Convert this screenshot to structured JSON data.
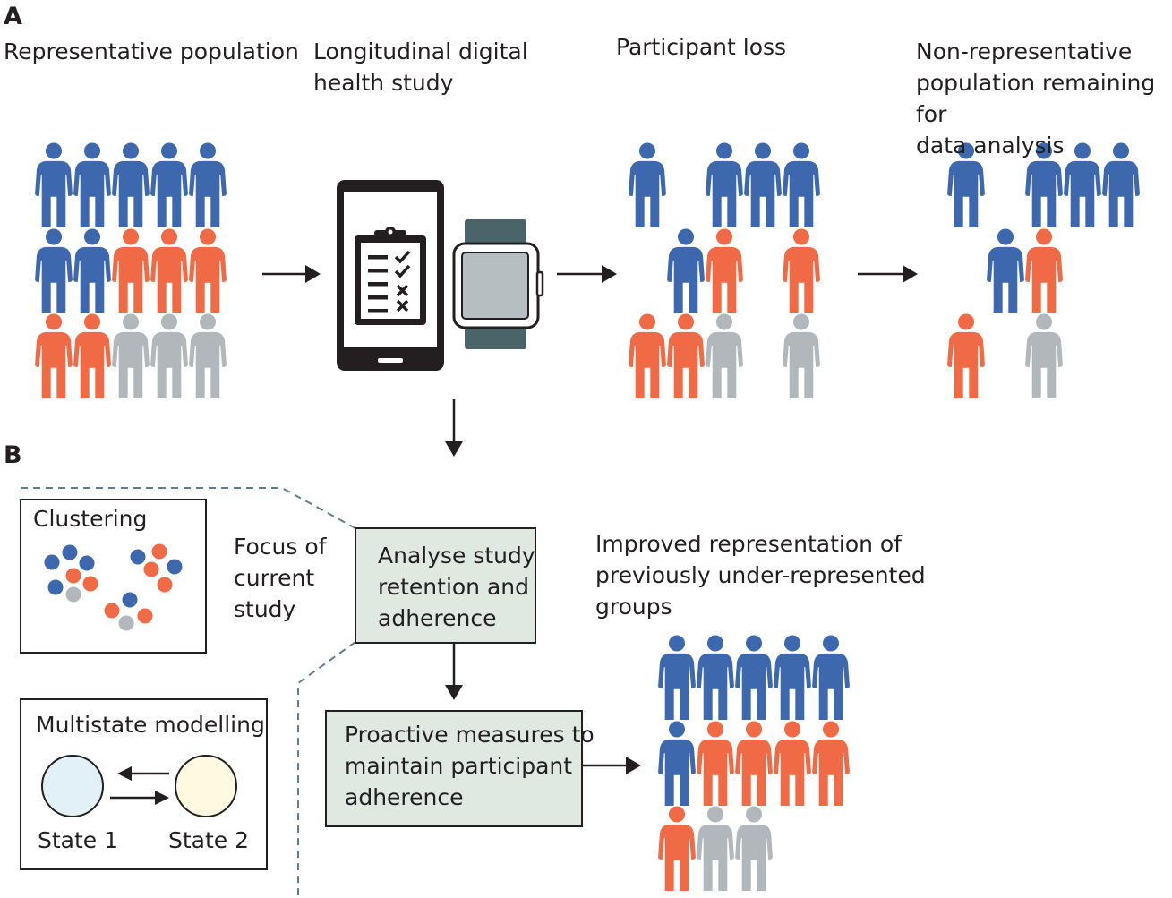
{
  "panel_a": {
    "letter": "A",
    "stage1_label": "Representative population",
    "stage2_label": "Longitudinal digital\nhealth study",
    "stage3_label": "Participant loss",
    "stage4_label": "Non-representative\npopulation remaining for\ndata analysis"
  },
  "panel_b": {
    "letter": "B",
    "clustering_title": "Clustering",
    "focus_label": "Focus of\ncurrent\nstudy",
    "analyse_box": "Analyse study\nretention and\nadherence",
    "proactive_box": "Proactive measures to\nmaintain participant\nadherence",
    "improved_label": "Improved representation of\npreviously under-represented\ngroups",
    "multistate_title": "Multistate modelling",
    "state1": "State 1",
    "state2": "State 2"
  },
  "colors": {
    "blue": "#3d68ae",
    "orange": "#ef6a45",
    "grey": "#b1b7bb",
    "box_fill": "#dfe9e2",
    "dash": "#5f7d8c",
    "state1_fill": "#e2f0f8",
    "state2_fill": "#fff9e1",
    "watch": "#4b6469",
    "watch_screen": "#b6bec1"
  }
}
